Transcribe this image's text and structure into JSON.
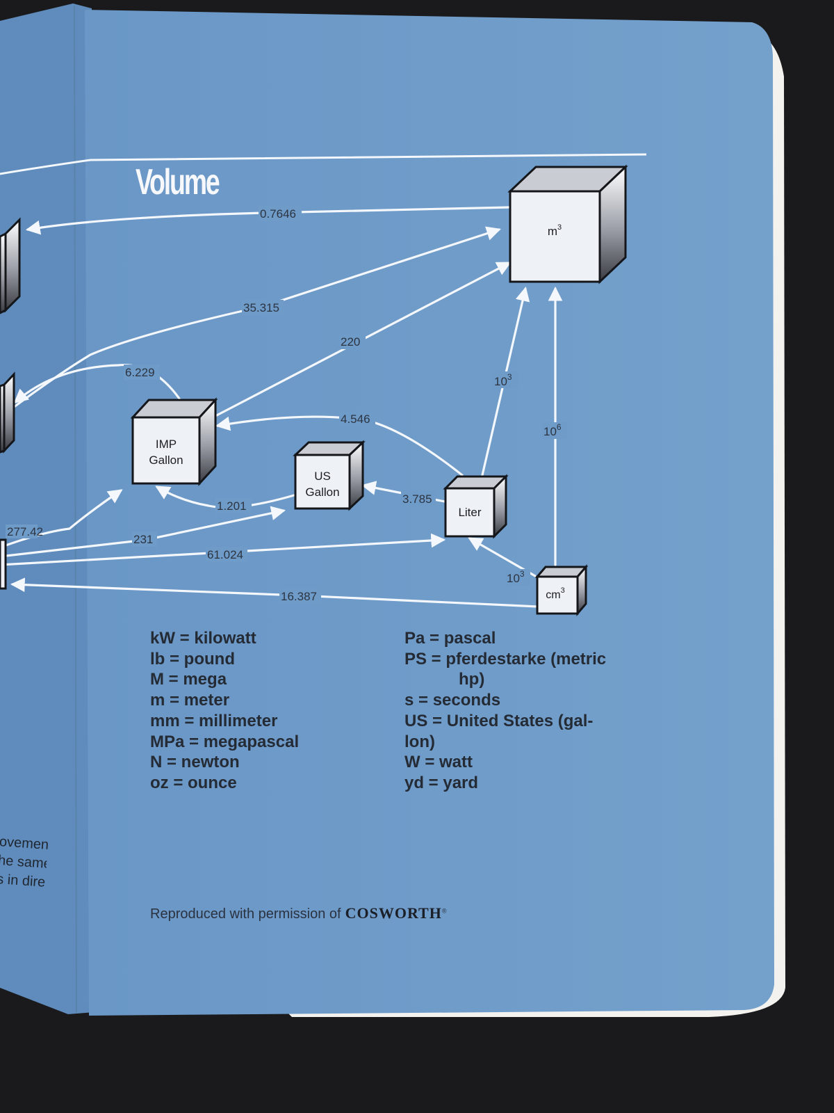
{
  "heading": "Volume",
  "units": {
    "m3": {
      "base": "m",
      "exp": "3"
    },
    "imp_gallon": [
      "IMP",
      "Gallon"
    ],
    "us_gallon": [
      "US",
      "Gallon"
    ],
    "liter": "Liter",
    "cm3": {
      "base": "cm",
      "exp": "3"
    }
  },
  "conversions": {
    "c0_7646": "0.7646",
    "c35_315": "35.315",
    "c220": "220",
    "c6_229": "6.229",
    "c4_546": "4.546",
    "liter_to_m3": {
      "base": "10",
      "exp": "3"
    },
    "cm3_to_m3": {
      "base": "10",
      "exp": "6"
    },
    "c1_201": "1.201",
    "c3_785": "3.785",
    "c277_42": "277.42",
    "c231": "231",
    "c61_024": "61.024",
    "cm3_to_liter": {
      "base": "10",
      "exp": "3"
    },
    "c16_387": "16.387"
  },
  "legend_left": [
    "kW = kilowatt",
    "lb = pound",
    "M = mega",
    "m = meter",
    "mm = millimeter",
    "MPa = megapascal",
    "N = newton",
    "oz = ounce"
  ],
  "legend_right": [
    "Pa = pascal",
    "PS = pferdestarke (metric",
    "hp)",
    "s = seconds",
    "US = United States (gal-",
    "lon)",
    "W = watt",
    "yd = yard"
  ],
  "credit": {
    "text": "Reproduced with permission of",
    "brand": "COSWORTH",
    "mark": "®"
  },
  "spine_fragments": [
    "ovement",
    "he same",
    "s in direc-"
  ],
  "colors": {
    "cover": "#6f9bc9",
    "spine": "#5f8cbc",
    "arrow": "#f4f7fb",
    "box_face": "#eef1f6",
    "background": "#1a1a1c"
  }
}
